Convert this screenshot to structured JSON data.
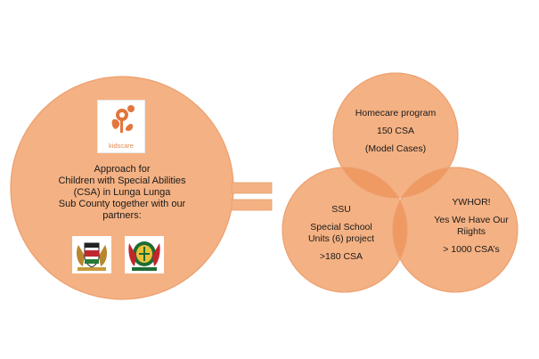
{
  "left_circle": {
    "lines": [
      "Approach for",
      "Children with Special Abilities",
      "(CSA) in Lunga Lunga",
      "Sub County together with our",
      "partners:"
    ],
    "logo_text": "kidscare",
    "fill": "#f4b183"
  },
  "equals_sign": {
    "fill": "#f4b183"
  },
  "venn": {
    "fill": "#f4b183",
    "overlap_fill": "#f09a63",
    "homecare": [
      "Homecare program",
      "150 CSA",
      "(Model Cases)"
    ],
    "ssu": [
      "SSU",
      "Special School",
      "Units (6) project",
      ">180 CSA"
    ],
    "ywhor": [
      "YWHOR!",
      "Yes We Have Our",
      "Riights",
      "> 1000  CSA’s"
    ]
  }
}
